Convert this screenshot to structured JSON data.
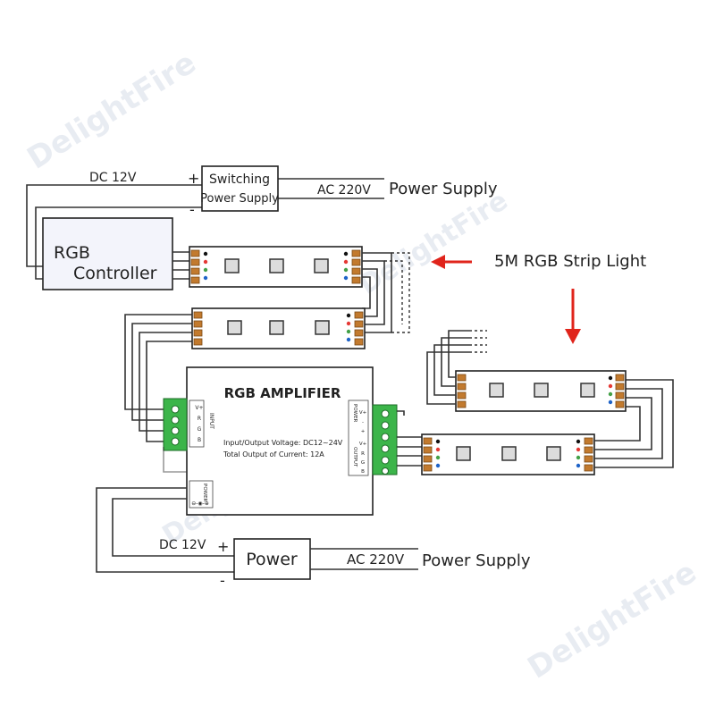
{
  "watermark": {
    "brand": "DelightFire"
  },
  "top_supply": {
    "dc_label": "DC 12V",
    "plus": "+",
    "minus": "-",
    "box_line1": "Switching",
    "box_line2": "Power Supply",
    "ac_label": "AC 220V",
    "ac_desc": "Power Supply"
  },
  "controller": {
    "line1": "RGB",
    "line2": "Controller"
  },
  "strip_label": "5M RGB Strip Light",
  "amplifier": {
    "title": "RGB AMPLIFIER",
    "spec1": "Input/Output Voltage: DC12~24V",
    "spec2": "Total Output of Current: 12A",
    "input_label": "INPUT",
    "input_pins": [
      "V+",
      "R",
      "G",
      "B"
    ],
    "power_label_right": "POWER",
    "power_pins": [
      "V+",
      "-",
      "+"
    ],
    "output_label": "OUTPUT",
    "output_pins": [
      "V+",
      "R",
      "G",
      "B"
    ],
    "power_label_left": "POWER",
    "power_jack": "⊖-◉-⊕"
  },
  "bottom_supply": {
    "dc_label": "DC 12V",
    "plus": "+",
    "minus": "-",
    "box_label": "Power",
    "ac_label": "AC 220V",
    "ac_desc": "Power Supply"
  },
  "colors": {
    "arrow_red": "#e0241b",
    "terminal_green": "#3cb54a",
    "pad_copper": "#c27a2e",
    "pin_red": "#e53935",
    "pin_green": "#43a047",
    "pin_blue": "#1e63c8",
    "pin_black": "#111111"
  }
}
